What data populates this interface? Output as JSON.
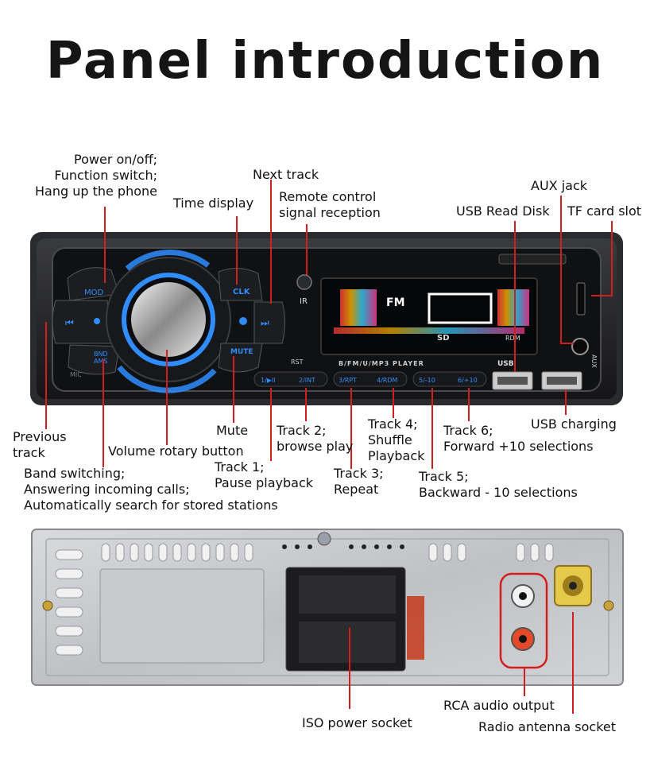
{
  "title": "Panel introduction",
  "front_labels": {
    "power": "Power on/off;\nFunction switch;\nHang up the phone",
    "next_track": "Next track",
    "time_display": "Time display",
    "remote": "Remote control\nsignal reception",
    "aux_jack": "AUX jack",
    "usb_read": "USB Read Disk",
    "tf_slot": "TF card slot",
    "previous": "Previous\ntrack",
    "volume": "Volume rotary button",
    "mute": "Mute",
    "track2": "Track 2;\nbrowse play",
    "track4": "Track 4;\nShuffle\nPlayback",
    "track6": "Track 6;\nForward +10 selections",
    "usb_charging": "USB charging",
    "band": "Band switching;\nAnswering incoming calls;\nAutomatically search for stored stations",
    "track1": "Track 1;\nPause playback",
    "track3": "Track 3;\nRepeat",
    "track5": "Track 5;\nBackward - 10 selections"
  },
  "rear_labels": {
    "rca": "RCA audio output",
    "iso": "ISO power socket",
    "antenna": "Radio antenna socket"
  },
  "device": {
    "btn_mod": "MOD",
    "btn_clk": "CLK",
    "btn_mute": "MUTE",
    "btn_bnd": "BND",
    "btn_ams": "AMS",
    "ir": "IR",
    "rst": "RST",
    "player_text": "B/FM/U/MP3  PLAYER",
    "usb": "USB",
    "aux": "AUX",
    "mic": "MIC",
    "fm": "FM",
    "rdm_lcd": "RDM",
    "sd": "SD",
    "keys": [
      "1/▶II",
      "2/INT",
      "3/RPT",
      "4/RDM",
      "5/-10",
      "6/+10"
    ]
  },
  "colors": {
    "accent_blue": "#2f8dff",
    "callout_red": "#d11f1f",
    "panel_dark": "#1a1b1e"
  }
}
